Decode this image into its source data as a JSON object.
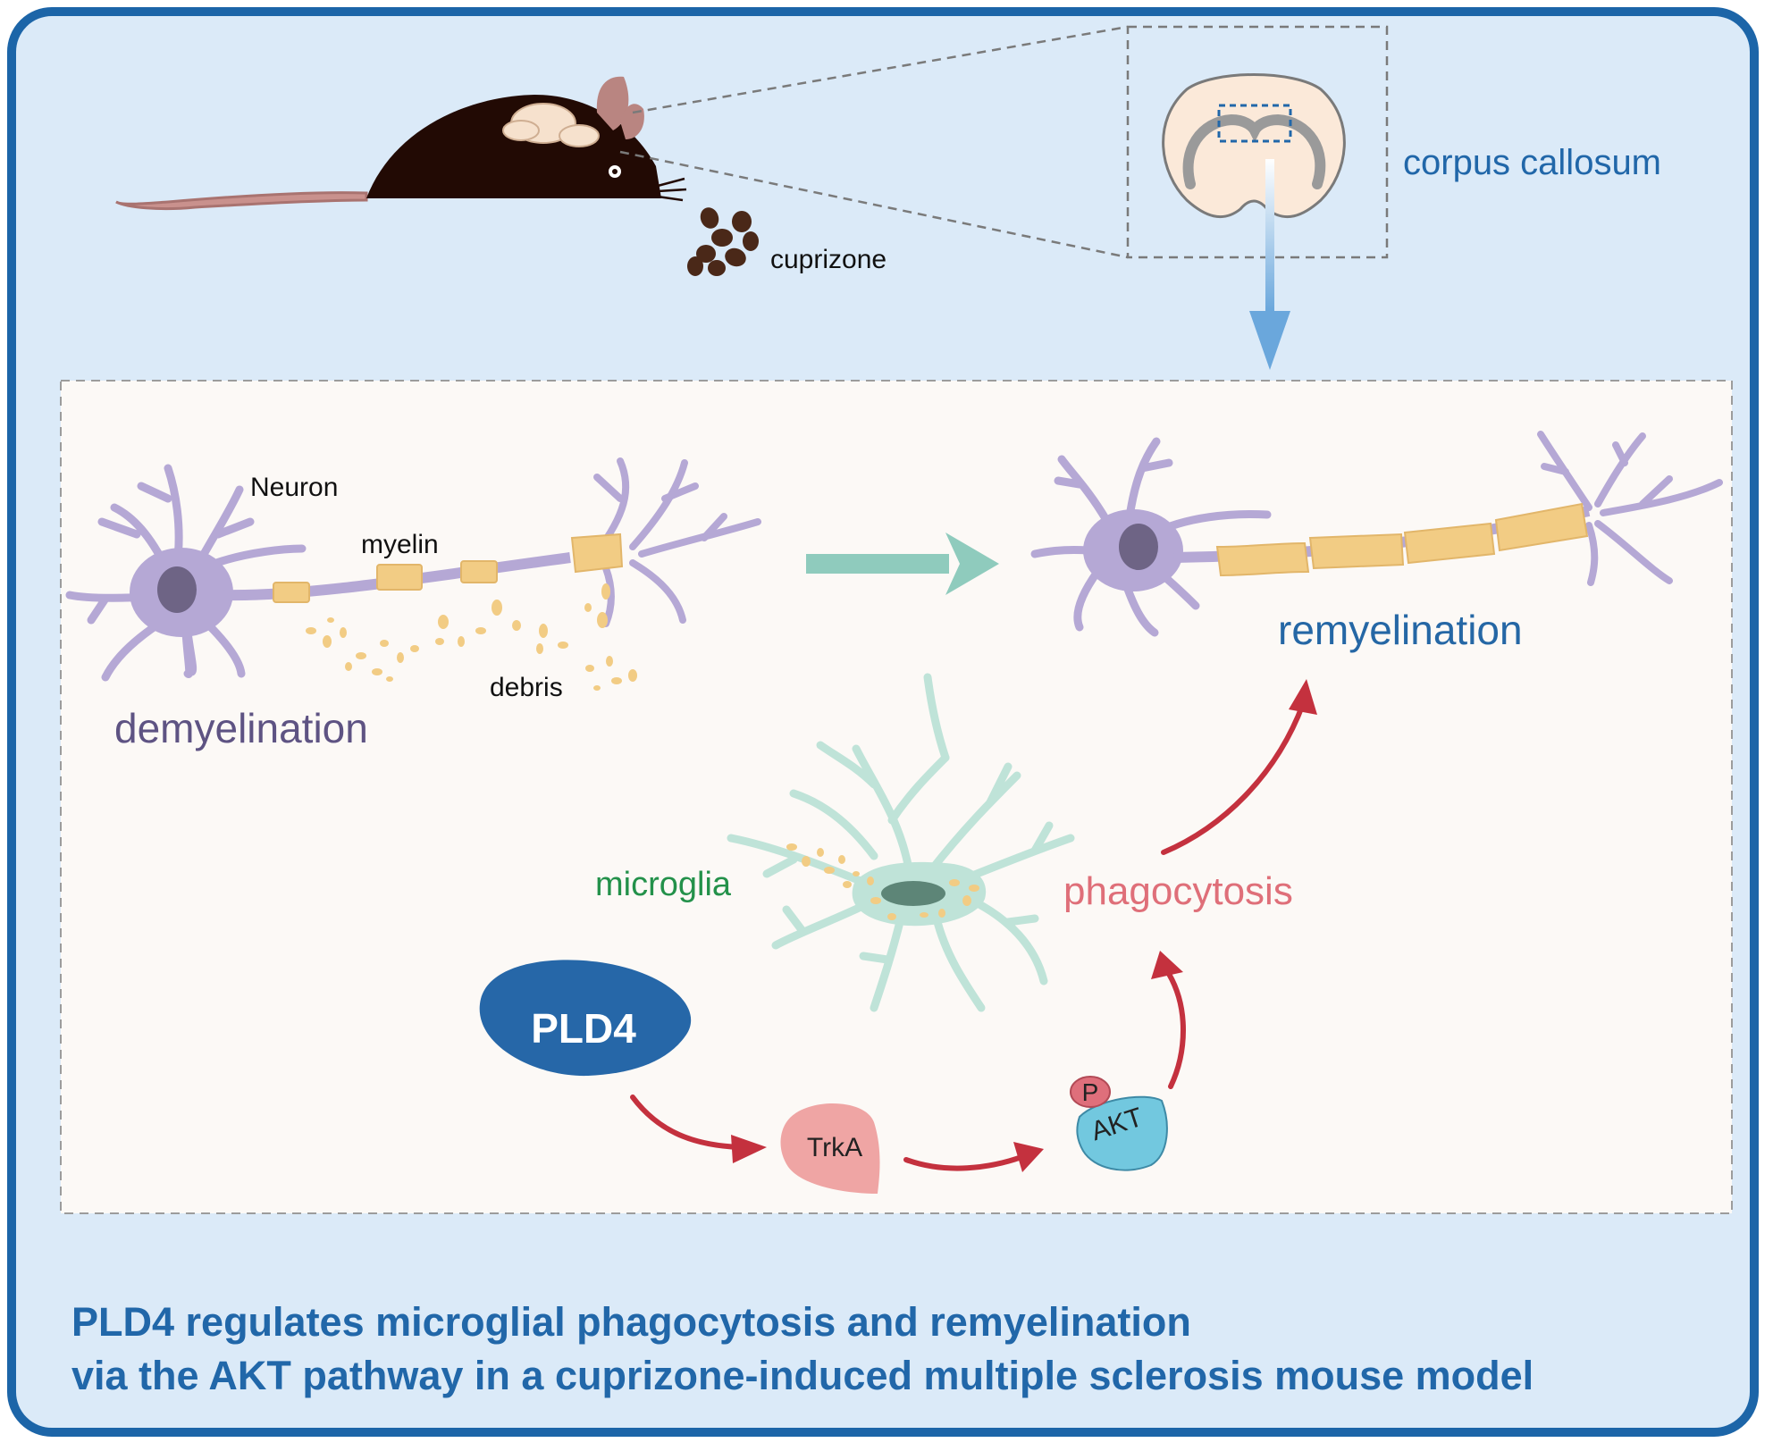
{
  "labels": {
    "corpus_callosum": "corpus callosum",
    "cuprizone": "cuprizone",
    "neuron": "Neuron",
    "myelin": "myelin",
    "debris": "debris",
    "demyelination": "demyelination",
    "remyelination": "remyelination",
    "microglia": "microglia",
    "phagocytosis": "phagocytosis",
    "pld4": "PLD4",
    "trka": "TrkA",
    "akt": "AKT",
    "p": "P"
  },
  "title": {
    "line1": "PLD4 regulates microglial phagocytosis and remyelination",
    "line2": "via the AKT pathway in a cuprizone-induced multiple sclerosis mouse model"
  },
  "colors": {
    "frame_border": "#1c65a8",
    "background": "#dbeaf8",
    "panel": "#fcf9f6",
    "neuron": "#b5a8d5",
    "myelin": "#f2cc84",
    "microglia": "#bfe3d8",
    "pld4": "#2667a8",
    "trka": "#efa5a4",
    "akt": "#72c8df",
    "arrow_red": "#c4313e",
    "arrow_teal": "#8fcbbd",
    "arrow_blue": "#6aa7dc"
  }
}
